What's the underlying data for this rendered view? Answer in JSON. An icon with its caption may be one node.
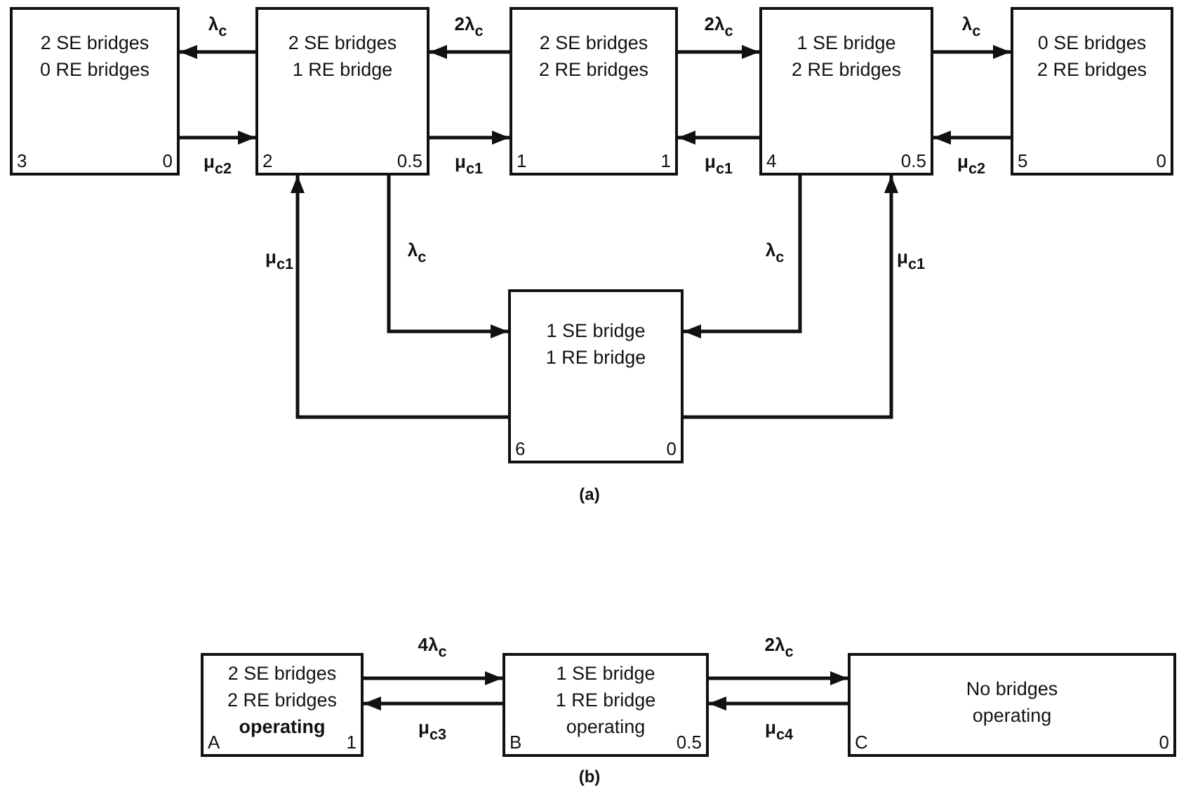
{
  "diagram": {
    "nodes": [
      {
        "text": [
          "2 SE bridges 0 RE bridges",
          "3",
          "0"
        ]
      },
      {
        "text": [
          "2 SE bridges 1 RE bridge",
          "2",
          "0.5"
        ]
      },
      {
        "text": [
          "2 SE bridges 2 RE bridges",
          "1",
          "1"
        ]
      },
      {
        "text": [
          "1 SE bridge 2 RE bridges",
          "4",
          "0.5"
        ]
      },
      {
        "text": [
          "0 SE bridges 2 RE bridges",
          "5",
          "0"
        ]
      },
      {
        "text": [
          "1 SE bridge 1 RE bridge",
          "6",
          "0"
        ]
      },
      {
        "text": [
          "2 SE bridges 2 RE bridges **operating**",
          "A",
          "1"
        ]
      },
      {
        "text": [
          "1 SE bridge 1 RE bridge operating",
          "B",
          "0.5"
        ]
      },
      {
        "text": [
          "No bridges operating",
          "C",
          "0"
        ]
      }
    ],
    "edges": [
      {
        "from": 1,
        "to": 0,
        "arrow": "to",
        "label": "λ$_{c}$"
      },
      {
        "from": 0,
        "to": 1,
        "arrow": "to",
        "label": "μ$_{c2}$"
      },
      {
        "from": 2,
        "to": 1,
        "arrow": "to",
        "label": "2λ$_{c}$"
      },
      {
        "from": 1,
        "to": 2,
        "arrow": "to",
        "label": "μ$_{c1}$"
      },
      {
        "from": 2,
        "to": 3,
        "arrow": "to",
        "label": "2λ$_{c}$"
      },
      {
        "from": 3,
        "to": 2,
        "arrow": "to",
        "label": "μ$_{c1}$"
      },
      {
        "from": 3,
        "to": 4,
        "arrow": "to",
        "label": "λ$_{c}$"
      },
      {
        "from": 4,
        "to": 3,
        "arrow": "to",
        "label": "μ$_{c2}$"
      },
      {
        "from": 1,
        "to": 5,
        "arrow": "to",
        "label": "λ$_{c}$"
      },
      {
        "from": 5,
        "to": 1,
        "arrow": "to",
        "label": "μ$_{c1}$"
      },
      {
        "from": 3,
        "to": 5,
        "arrow": "to",
        "label": "λ$_{c}$"
      },
      {
        "from": 5,
        "to": 3,
        "arrow": "to",
        "label": "μ$_{c1}$"
      },
      {
        "from": 6,
        "to": 7,
        "arrow": "to",
        "label": "4λ$_{c}$"
      },
      {
        "from": 7,
        "to": 6,
        "arrow": "to",
        "label": "μ$_{c3}$"
      },
      {
        "from": 7,
        "to": 8,
        "arrow": "to",
        "label": "2λ$_{c}$"
      },
      {
        "from": 8,
        "to": 7,
        "arrow": "to",
        "label": "μ$_{c4}$"
      }
    ],
    "labels": [
      "(a)",
      "(b)"
    ]
  }
}
